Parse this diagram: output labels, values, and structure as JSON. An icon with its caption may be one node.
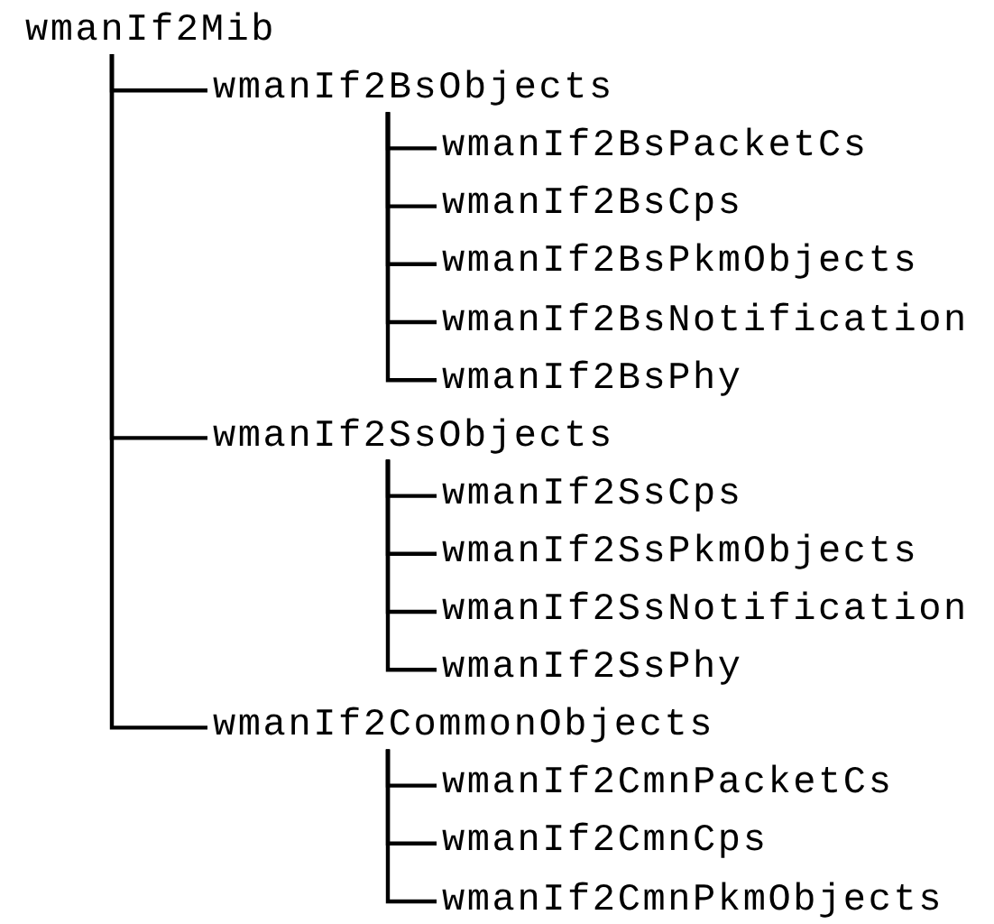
{
  "diagram": {
    "nodes": [
      {
        "text": [
          "wmanIf2Mib"
        ]
      },
      {
        "text": [
          "wmanIf2BsObjects"
        ]
      },
      {
        "text": [
          "wmanIf2BsPacketCs"
        ]
      },
      {
        "text": [
          "wmanIf2BsCps"
        ]
      },
      {
        "text": [
          "wmanIf2BsPkmObjects"
        ]
      },
      {
        "text": [
          "wmanIf2BsNotification"
        ]
      },
      {
        "text": [
          "wmanIf2BsPhy"
        ]
      },
      {
        "text": [
          "wmanIf2SsObjects"
        ]
      },
      {
        "text": [
          "wmanIf2SsCps"
        ]
      },
      {
        "text": [
          "wmanIf2SsPkmObjects"
        ]
      },
      {
        "text": [
          "wmanIf2SsNotification"
        ]
      },
      {
        "text": [
          "wmanIf2SsPhy"
        ]
      },
      {
        "text": [
          "wmanIf2CommonObjects"
        ]
      },
      {
        "text": [
          "wmanIf2CmnPacketCs"
        ]
      },
      {
        "text": [
          "wmanIf2CmnCps"
        ]
      },
      {
        "text": [
          "wmanIf2CmnPkmObjects"
        ]
      }
    ],
    "edges": [
      {
        "from": 0,
        "to": 1,
        "arrow": "none"
      },
      {
        "from": 1,
        "to": 2,
        "arrow": "none"
      },
      {
        "from": 1,
        "to": 3,
        "arrow": "none"
      },
      {
        "from": 1,
        "to": 4,
        "arrow": "none"
      },
      {
        "from": 1,
        "to": 5,
        "arrow": "none"
      },
      {
        "from": 1,
        "to": 6,
        "arrow": "none"
      },
      {
        "from": 0,
        "to": 7,
        "arrow": "none"
      },
      {
        "from": 7,
        "to": 8,
        "arrow": "none"
      },
      {
        "from": 7,
        "to": 9,
        "arrow": "none"
      },
      {
        "from": 7,
        "to": 10,
        "arrow": "none"
      },
      {
        "from": 7,
        "to": 11,
        "arrow": "none"
      },
      {
        "from": 0,
        "to": 12,
        "arrow": "none"
      },
      {
        "from": 12,
        "to": 13,
        "arrow": "none"
      },
      {
        "from": 12,
        "to": 14,
        "arrow": "none"
      },
      {
        "from": 12,
        "to": 15,
        "arrow": "none"
      }
    ]
  }
}
